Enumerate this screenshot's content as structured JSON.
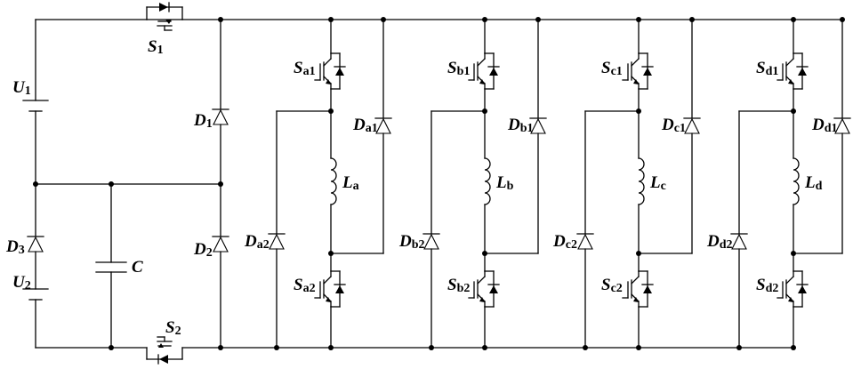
{
  "labels": {
    "U1": {
      "main": "U",
      "sub": "1"
    },
    "U2": {
      "main": "U",
      "sub": "2"
    },
    "D1": {
      "main": "D",
      "sub": "1"
    },
    "D2": {
      "main": "D",
      "sub": "2"
    },
    "D3": {
      "main": "D",
      "sub": "3"
    },
    "C": {
      "main": "C",
      "sub": ""
    },
    "S1": {
      "main": "S",
      "sub": "1"
    },
    "S2": {
      "main": "S",
      "sub": "2"
    }
  },
  "phases": [
    {
      "id": "a",
      "upper_switch": {
        "main": "S",
        "sub": "a1"
      },
      "lower_switch": {
        "main": "S",
        "sub": "a2"
      },
      "upper_diode": {
        "main": "D",
        "sub": "a1"
      },
      "lower_diode": {
        "main": "D",
        "sub": "a2"
      },
      "inductor": {
        "main": "L",
        "sub": "a"
      }
    },
    {
      "id": "b",
      "upper_switch": {
        "main": "S",
        "sub": "b1"
      },
      "lower_switch": {
        "main": "S",
        "sub": "b2"
      },
      "upper_diode": {
        "main": "D",
        "sub": "b1"
      },
      "lower_diode": {
        "main": "D",
        "sub": "b2"
      },
      "inductor": {
        "main": "L",
        "sub": "b"
      }
    },
    {
      "id": "c",
      "upper_switch": {
        "main": "S",
        "sub": "c1"
      },
      "lower_switch": {
        "main": "S",
        "sub": "c2"
      },
      "upper_diode": {
        "main": "D",
        "sub": "c1"
      },
      "lower_diode": {
        "main": "D",
        "sub": "c2"
      },
      "inductor": {
        "main": "L",
        "sub": "c"
      }
    },
    {
      "id": "d",
      "upper_switch": {
        "main": "S",
        "sub": "d1"
      },
      "lower_switch": {
        "main": "S",
        "sub": "d2"
      },
      "upper_diode": {
        "main": "D",
        "sub": "d1"
      },
      "lower_diode": {
        "main": "D",
        "sub": "d2"
      },
      "inductor": {
        "main": "L",
        "sub": "d"
      }
    }
  ]
}
